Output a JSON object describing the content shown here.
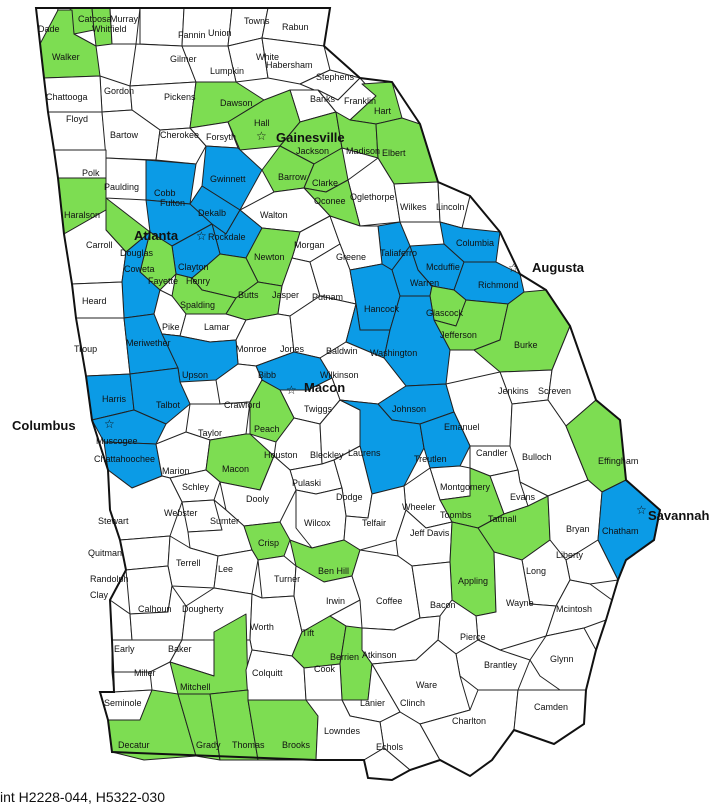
{
  "colors": {
    "green": "#7ddd52",
    "blue": "#0b9be6",
    "white": "#ffffff",
    "border": "#222222"
  },
  "counties": [
    {
      "name": "Dade",
      "fill": "white"
    },
    {
      "name": "Catoosa",
      "fill": "green"
    },
    {
      "name": "Whitfield",
      "fill": "green"
    },
    {
      "name": "Walker",
      "fill": "green"
    },
    {
      "name": "Murray",
      "fill": "white"
    },
    {
      "name": "Fannin",
      "fill": "white"
    },
    {
      "name": "Union",
      "fill": "white"
    },
    {
      "name": "Towns",
      "fill": "white"
    },
    {
      "name": "Rabun",
      "fill": "white"
    },
    {
      "name": "Gilmer",
      "fill": "white"
    },
    {
      "name": "White",
      "fill": "white"
    },
    {
      "name": "Habersham",
      "fill": "white"
    },
    {
      "name": "Lumpkin",
      "fill": "white"
    },
    {
      "name": "Stephens",
      "fill": "white"
    },
    {
      "name": "Gordon",
      "fill": "white"
    },
    {
      "name": "Chattooga",
      "fill": "white"
    },
    {
      "name": "Pickens",
      "fill": "white"
    },
    {
      "name": "Dawson",
      "fill": "green"
    },
    {
      "name": "Banks",
      "fill": "white"
    },
    {
      "name": "Franklin",
      "fill": "white"
    },
    {
      "name": "Hart",
      "fill": "green"
    },
    {
      "name": "Floyd",
      "fill": "white"
    },
    {
      "name": "Bartow",
      "fill": "white"
    },
    {
      "name": "Cherokee",
      "fill": "white"
    },
    {
      "name": "Forsyth",
      "fill": "white"
    },
    {
      "name": "Hall",
      "fill": "green"
    },
    {
      "name": "Jackson",
      "fill": "green"
    },
    {
      "name": "Madison",
      "fill": "green"
    },
    {
      "name": "Elbert",
      "fill": "green"
    },
    {
      "name": "Polk",
      "fill": "white"
    },
    {
      "name": "Paulding",
      "fill": "white"
    },
    {
      "name": "Cobb",
      "fill": "blue"
    },
    {
      "name": "Gwinnett",
      "fill": "blue"
    },
    {
      "name": "Barrow",
      "fill": "green"
    },
    {
      "name": "Clarke",
      "fill": "green"
    },
    {
      "name": "Fulton",
      "fill": "blue"
    },
    {
      "name": "Oglethorpe",
      "fill": "white"
    },
    {
      "name": "Dekalb",
      "fill": "blue"
    },
    {
      "name": "Oconee",
      "fill": "green"
    },
    {
      "name": "Wilkes",
      "fill": "white"
    },
    {
      "name": "Lincoln",
      "fill": "white"
    },
    {
      "name": "Haralson",
      "fill": "green"
    },
    {
      "name": "Walton",
      "fill": "white"
    },
    {
      "name": "Douglas",
      "fill": "green"
    },
    {
      "name": "Rockdale",
      "fill": "blue"
    },
    {
      "name": "Carroll",
      "fill": "white"
    },
    {
      "name": "Morgan",
      "fill": "white"
    },
    {
      "name": "Taliaferro",
      "fill": "blue"
    },
    {
      "name": "Columbia",
      "fill": "blue"
    },
    {
      "name": "Newton",
      "fill": "green"
    },
    {
      "name": "Clayton",
      "fill": "blue"
    },
    {
      "name": "Greene",
      "fill": "white"
    },
    {
      "name": "Mcduffie",
      "fill": "blue"
    },
    {
      "name": "Warren",
      "fill": "blue"
    },
    {
      "name": "Richmond",
      "fill": "blue"
    },
    {
      "name": "Fayette",
      "fill": "green"
    },
    {
      "name": "Henry",
      "fill": "green"
    },
    {
      "name": "Coweta",
      "fill": "blue"
    },
    {
      "name": "Heard",
      "fill": "white"
    },
    {
      "name": "Spalding",
      "fill": "green"
    },
    {
      "name": "Butts",
      "fill": "green"
    },
    {
      "name": "Jasper",
      "fill": "white"
    },
    {
      "name": "Putnam",
      "fill": "white"
    },
    {
      "name": "Hancock",
      "fill": "blue"
    },
    {
      "name": "Glascock",
      "fill": "green"
    },
    {
      "name": "Jefferson",
      "fill": "green"
    },
    {
      "name": "Burke",
      "fill": "green"
    },
    {
      "name": "Pike",
      "fill": "white"
    },
    {
      "name": "Lamar",
      "fill": "white"
    },
    {
      "name": "Troup",
      "fill": "white"
    },
    {
      "name": "Meriwether",
      "fill": "blue"
    },
    {
      "name": "Monroe",
      "fill": "white"
    },
    {
      "name": "Jones",
      "fill": "white"
    },
    {
      "name": "Baldwin",
      "fill": "blue"
    },
    {
      "name": "Washington",
      "fill": "blue"
    },
    {
      "name": "Upson",
      "fill": "blue"
    },
    {
      "name": "Wilkinson",
      "fill": "white"
    },
    {
      "name": "Jenkins",
      "fill": "white"
    },
    {
      "name": "Screven",
      "fill": "white"
    },
    {
      "name": "Harris",
      "fill": "blue"
    },
    {
      "name": "Bibb",
      "fill": "blue"
    },
    {
      "name": "Talbot",
      "fill": "blue"
    },
    {
      "name": "Crawford",
      "fill": "white"
    },
    {
      "name": "Twiggs",
      "fill": "white"
    },
    {
      "name": "Johnson",
      "fill": "blue"
    },
    {
      "name": "Taylor",
      "fill": "white"
    },
    {
      "name": "Muscogee",
      "fill": "blue"
    },
    {
      "name": "Emanuel",
      "fill": "white"
    },
    {
      "name": "Peach",
      "fill": "green"
    },
    {
      "name": "Chattahoochee",
      "fill": "blue"
    },
    {
      "name": "Houston",
      "fill": "white"
    },
    {
      "name": "Bleckley",
      "fill": "white"
    },
    {
      "name": "Laurens",
      "fill": "blue"
    },
    {
      "name": "Treutlen",
      "fill": "blue"
    },
    {
      "name": "Candler",
      "fill": "white"
    },
    {
      "name": "Bulloch",
      "fill": "white"
    },
    {
      "name": "Effingham",
      "fill": "green"
    },
    {
      "name": "Marion",
      "fill": "white"
    },
    {
      "name": "Macon",
      "fill": "green"
    },
    {
      "name": "Schley",
      "fill": "white"
    },
    {
      "name": "Pulaski",
      "fill": "white"
    },
    {
      "name": "Evans",
      "fill": "white"
    },
    {
      "name": "Dooly",
      "fill": "white"
    },
    {
      "name": "Dodge",
      "fill": "white"
    },
    {
      "name": "Montgomery",
      "fill": "white"
    },
    {
      "name": "Toombs",
      "fill": "green"
    },
    {
      "name": "Tattnall",
      "fill": "green"
    },
    {
      "name": "Wheeler",
      "fill": "white"
    },
    {
      "name": "Stewart",
      "fill": "white"
    },
    {
      "name": "Webster",
      "fill": "white"
    },
    {
      "name": "Sumter",
      "fill": "white"
    },
    {
      "name": "Wilcox",
      "fill": "white"
    },
    {
      "name": "Telfair",
      "fill": "white"
    },
    {
      "name": "Bryan",
      "fill": "white"
    },
    {
      "name": "Chatham",
      "fill": "blue"
    },
    {
      "name": "Quitman",
      "fill": "white"
    },
    {
      "name": "Crisp",
      "fill": "green"
    },
    {
      "name": "Liberty",
      "fill": "white"
    },
    {
      "name": "Terrell",
      "fill": "white"
    },
    {
      "name": "Lee",
      "fill": "white"
    },
    {
      "name": "Jeff Davis",
      "fill": "white"
    },
    {
      "name": "Randolph",
      "fill": "white"
    },
    {
      "name": "Turner",
      "fill": "white"
    },
    {
      "name": "Ben Hill",
      "fill": "green"
    },
    {
      "name": "Appling",
      "fill": "green"
    },
    {
      "name": "Long",
      "fill": "white"
    },
    {
      "name": "Clay",
      "fill": "white"
    },
    {
      "name": "Calhoun",
      "fill": "white"
    },
    {
      "name": "Dougherty",
      "fill": "white"
    },
    {
      "name": "Worth",
      "fill": "white"
    },
    {
      "name": "Irwin",
      "fill": "white"
    },
    {
      "name": "Coffee",
      "fill": "white"
    },
    {
      "name": "Bacon",
      "fill": "white"
    },
    {
      "name": "Wayne",
      "fill": "white"
    },
    {
      "name": "Mcintosh",
      "fill": "white"
    },
    {
      "name": "Tift",
      "fill": "green"
    },
    {
      "name": "Pierce",
      "fill": "white"
    },
    {
      "name": "Early",
      "fill": "white"
    },
    {
      "name": "Baker",
      "fill": "white"
    },
    {
      "name": "Atkinson",
      "fill": "white"
    },
    {
      "name": "Berrien",
      "fill": "green"
    },
    {
      "name": "Miller",
      "fill": "white"
    },
    {
      "name": "Mitchell",
      "fill": "green"
    },
    {
      "name": "Colquitt",
      "fill": "white"
    },
    {
      "name": "Cook",
      "fill": "white"
    },
    {
      "name": "Brantley",
      "fill": "white"
    },
    {
      "name": "Glynn",
      "fill": "white"
    },
    {
      "name": "Ware",
      "fill": "white"
    },
    {
      "name": "Lanier",
      "fill": "white"
    },
    {
      "name": "Seminole",
      "fill": "white"
    },
    {
      "name": "Clinch",
      "fill": "white"
    },
    {
      "name": "Charlton",
      "fill": "white"
    },
    {
      "name": "Camden",
      "fill": "white"
    },
    {
      "name": "Decatur",
      "fill": "green"
    },
    {
      "name": "Grady",
      "fill": "green"
    },
    {
      "name": "Thomas",
      "fill": "green"
    },
    {
      "name": "Brooks",
      "fill": "green"
    },
    {
      "name": "Lowndes",
      "fill": "white"
    },
    {
      "name": "Echols",
      "fill": "white"
    }
  ],
  "cities": [
    "Gainesville",
    "Atlanta",
    "Augusta",
    "Macon",
    "Columbus",
    "Savannah"
  ],
  "footer": {
    "text": "int H2228-044, H5322-030"
  }
}
